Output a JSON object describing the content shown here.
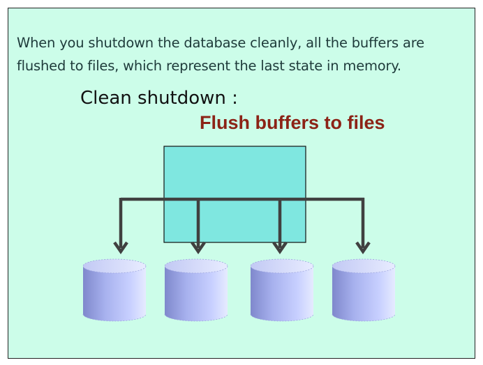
{
  "slide": {
    "intro_text": "When you shutdown the database cleanly, all the buffers are flushed to files, which represent the last state in memory.",
    "heading": "Clean shutdown :",
    "subheading": "Flush buffers to files"
  },
  "diagram": {
    "buffer_box": {
      "fill": "#7fe7e0",
      "stroke": "#111111"
    },
    "arrow_color": "#404040",
    "disks": [
      {
        "id": "disk-1"
      },
      {
        "id": "disk-2"
      },
      {
        "id": "disk-3"
      },
      {
        "id": "disk-4"
      }
    ]
  },
  "colors": {
    "background": "#ccfde9",
    "text": "#1e3a3a",
    "accent": "#8c2316",
    "disk_light": "#cfd7ff",
    "disk_mid": "#a7b1ee",
    "disk_dark": "#6a72b5"
  }
}
